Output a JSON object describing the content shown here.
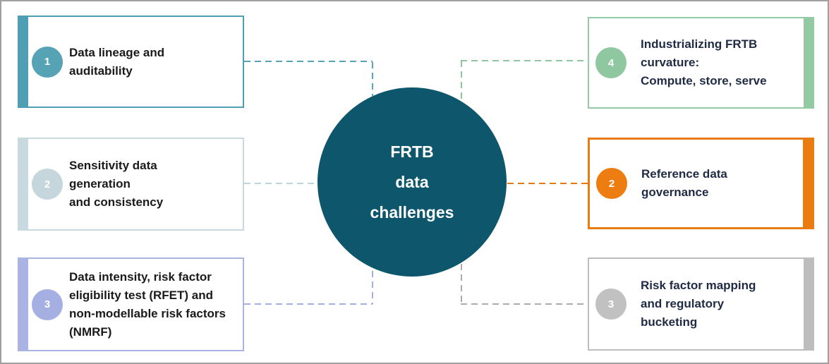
{
  "frame_color": "#a0a0a0",
  "center": {
    "label": "FRTB\ndata\nchallenges",
    "bg_color": "#0E566C",
    "text_color": "#FFFFFF"
  },
  "boxes": [
    {
      "number": "1",
      "label": "Data lineage and\nauditability",
      "side": "left",
      "accent_color": "#4F9FB4",
      "circle_color": "#56A3B6",
      "text_color": "#1A1A1A"
    },
    {
      "number": "2",
      "label": "Sensitivity data\ngeneration\nand consistency",
      "side": "left",
      "accent_color": "#C9D9E0",
      "circle_color": "#C5D6DC",
      "text_color": "#1A1A1A"
    },
    {
      "number": "3",
      "label": "Data intensity, risk factor\neligibility test (RFET) and\nnon-modellable risk factors\n(NMRF)",
      "side": "left",
      "accent_color": "#AAB4E4",
      "circle_color": "#A5AFE1",
      "text_color": "#1A1A1A"
    },
    {
      "number": "4",
      "label": "Industrializing FRTB\ncurvature:\nCompute, store, serve",
      "side": "right",
      "accent_color": "#93C9A3",
      "circle_color": "#8FC7A0",
      "text_color": "#1F2A44"
    },
    {
      "number": "2",
      "label": "Reference data\ngovernance",
      "side": "right",
      "accent_color": "#E97C10",
      "circle_color": "#EE7D11",
      "text_color": "#1F2A44"
    },
    {
      "number": "3",
      "label": "Risk factor mapping\nand regulatory\nbucketing",
      "side": "right",
      "accent_color": "#BDBDBD",
      "circle_color": "#C1C1C1",
      "text_color": "#1F2A44"
    }
  ],
  "connectors": {
    "teal": "#56A3B6",
    "light_blue": "#BCD6DE",
    "purple": "#A3AEE2",
    "green": "#8FC7A0",
    "orange": "#E8790F",
    "gray": "#ACACAC"
  }
}
